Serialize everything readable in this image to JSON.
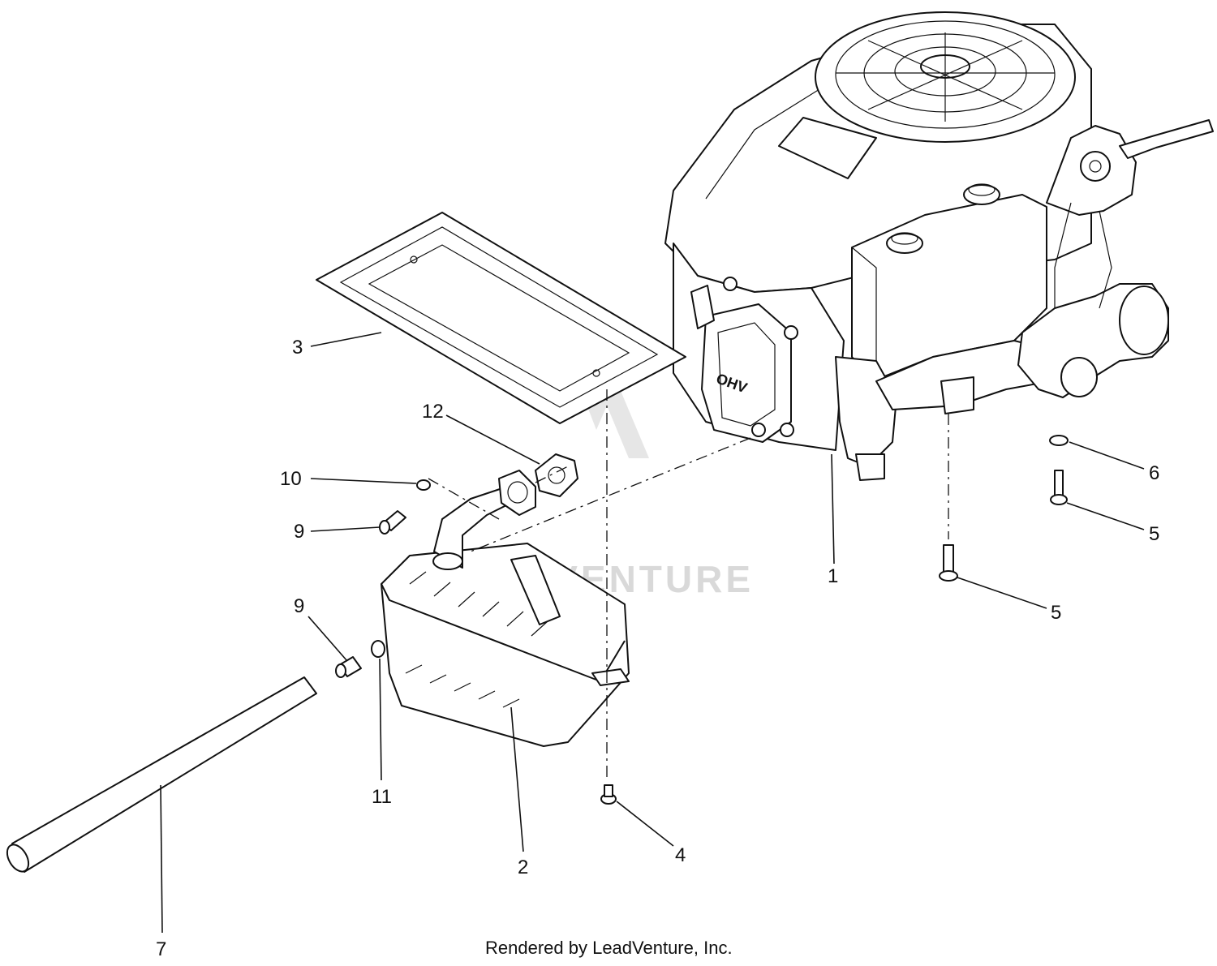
{
  "diagram": {
    "callouts": [
      {
        "id": "c1",
        "label": "1"
      },
      {
        "id": "c2",
        "label": "2"
      },
      {
        "id": "c3",
        "label": "3"
      },
      {
        "id": "c4",
        "label": "4"
      },
      {
        "id": "c5a",
        "label": "5"
      },
      {
        "id": "c5b",
        "label": "5"
      },
      {
        "id": "c6",
        "label": "6"
      },
      {
        "id": "c7",
        "label": "7"
      },
      {
        "id": "c9a",
        "label": "9"
      },
      {
        "id": "c9b",
        "label": "9"
      },
      {
        "id": "c10",
        "label": "10"
      },
      {
        "id": "c11",
        "label": "11"
      },
      {
        "id": "c12",
        "label": "12"
      }
    ],
    "engine_badge": "OHV",
    "watermark": "LEADVENTURE",
    "footer": "Rendered by LeadVenture, Inc."
  },
  "colors": {
    "line": "#111111",
    "background": "#ffffff",
    "watermark": "#d9d9d9"
  }
}
